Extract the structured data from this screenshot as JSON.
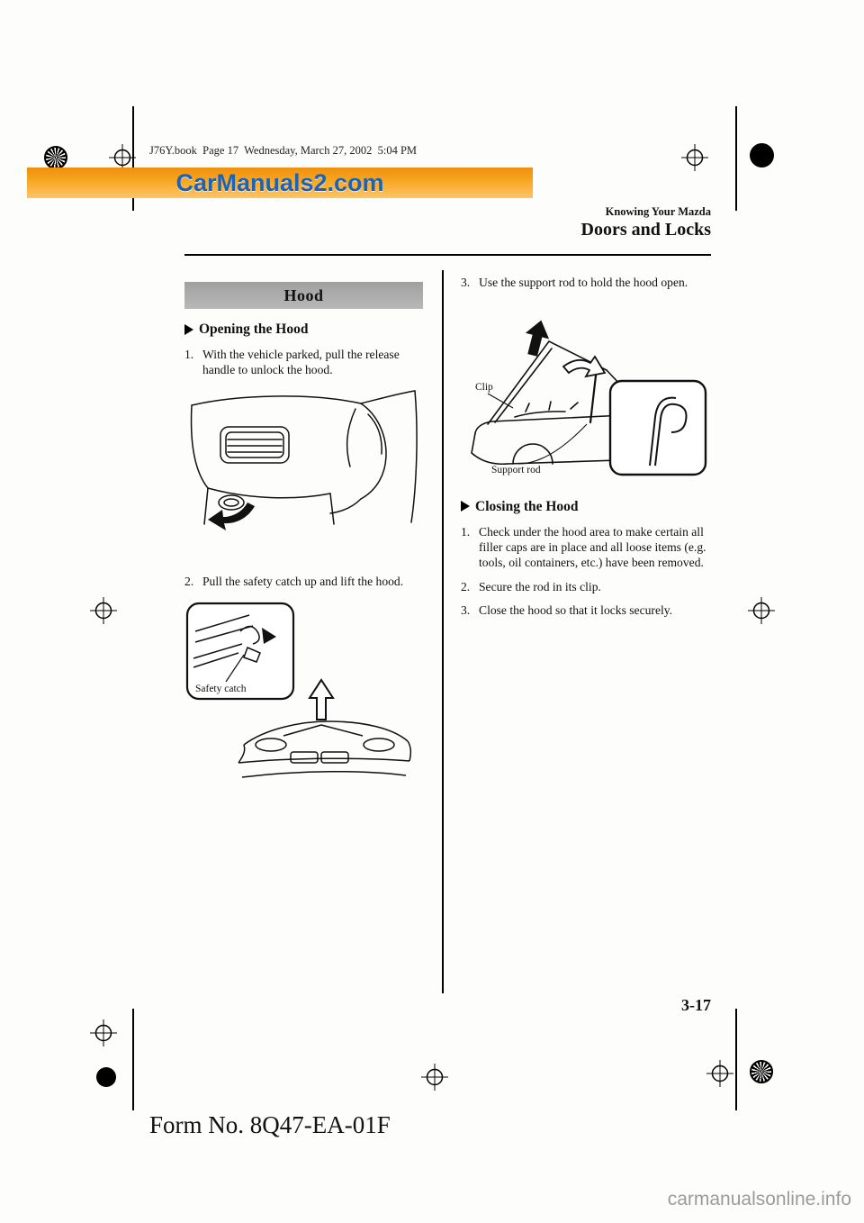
{
  "doc": {
    "bookline": "J76Y.book  Page 17  Wednesday, March 27, 2002  5:04 PM"
  },
  "watermark": {
    "top": "CarManuals2.com",
    "bottom": "carmanualsonline.info"
  },
  "header": {
    "kicker": "Knowing Your Mazda",
    "title": "Doors and Locks"
  },
  "hood": {
    "box_title": "Hood",
    "opening": {
      "heading": "Opening the Hood",
      "steps": [
        {
          "n": "1.",
          "t": "With the vehicle parked, pull the release handle to unlock the hood."
        },
        {
          "n": "2.",
          "t": "Pull the safety catch up and lift the hood."
        }
      ]
    },
    "support_step": {
      "n": "3.",
      "t": "Use the support rod to hold the hood open."
    },
    "closing": {
      "heading": "Closing the Hood",
      "steps": [
        {
          "n": "1.",
          "t": "Check under the hood area to make certain all filler caps are in place and all loose items (e.g. tools, oil containers, etc.) have been removed."
        },
        {
          "n": "2.",
          "t": "Secure the rod in its clip."
        },
        {
          "n": "3.",
          "t": "Close the hood so that it locks securely."
        }
      ]
    }
  },
  "labels": {
    "safety_catch": "Safety catch",
    "clip": "Clip",
    "support_rod": "Support rod"
  },
  "footer": {
    "page_number": "3-17",
    "form_no": "Form No. 8Q47-EA-01F"
  },
  "colors": {
    "banner_top": "#ef8f0d",
    "banner_bottom": "#fdc568",
    "banner_text": "#1c63b7",
    "hood_box_gray": "#ababab",
    "watermark_gray": "#9b9b9b"
  }
}
